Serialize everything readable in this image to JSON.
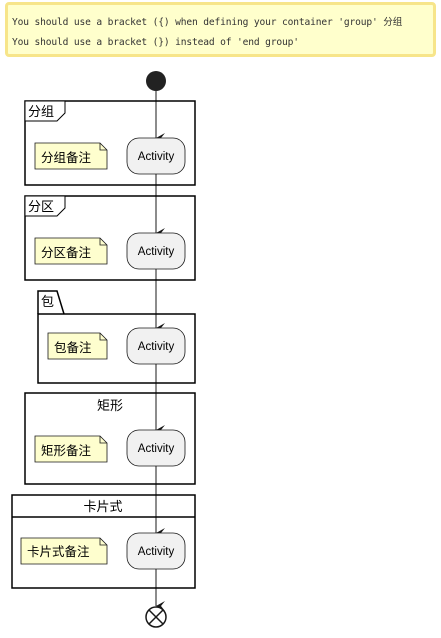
{
  "warning": {
    "line1": "You should use a bracket ({) when defining your container 'group' 分组",
    "line2": "You should use a bracket (}) instead of 'end group'"
  },
  "containers": [
    {
      "title": "分组",
      "note": "分组备注",
      "activity": "Activity"
    },
    {
      "title": "分区",
      "note": "分区备注",
      "activity": "Activity"
    },
    {
      "title": "包",
      "note": "包备注",
      "activity": "Activity"
    },
    {
      "title": "矩形",
      "note": "矩形备注",
      "activity": "Activity"
    },
    {
      "title": "卡片式",
      "note": "卡片式备注",
      "activity": "Activity"
    }
  ],
  "colors": {
    "warning_bg": "#ffffcc",
    "warning_border": "#f7e58a",
    "note_bg": "#fefece",
    "activity_bg": "#f1f1f1",
    "line": "#181818"
  }
}
